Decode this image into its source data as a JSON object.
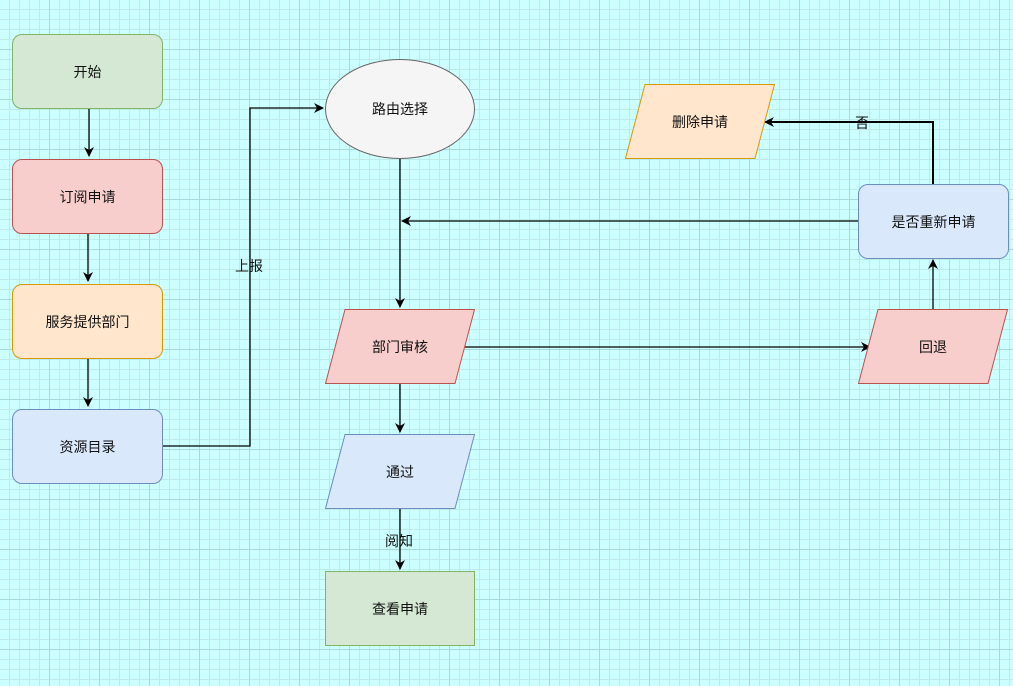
{
  "nodes": {
    "start": "开始",
    "subscribe": "订阅申请",
    "provider": "服务提供部门",
    "catalog": "资源目录",
    "router": "路由选择",
    "dept_review": "部门审核",
    "pass": "通过",
    "view": "查看申请",
    "delete": "删除申请",
    "reapply": "是否重新申请",
    "rollback": "回退"
  },
  "edge_labels": {
    "report": "上报",
    "notify": "阅知",
    "no": "否"
  },
  "colors": {
    "background": "#ccffff",
    "green_fill": "#d5e8d4",
    "red_fill": "#f8cecc",
    "orange_fill": "#ffe6cc",
    "blue_fill": "#dae8fc",
    "gray_fill": "#f5f5f5"
  }
}
